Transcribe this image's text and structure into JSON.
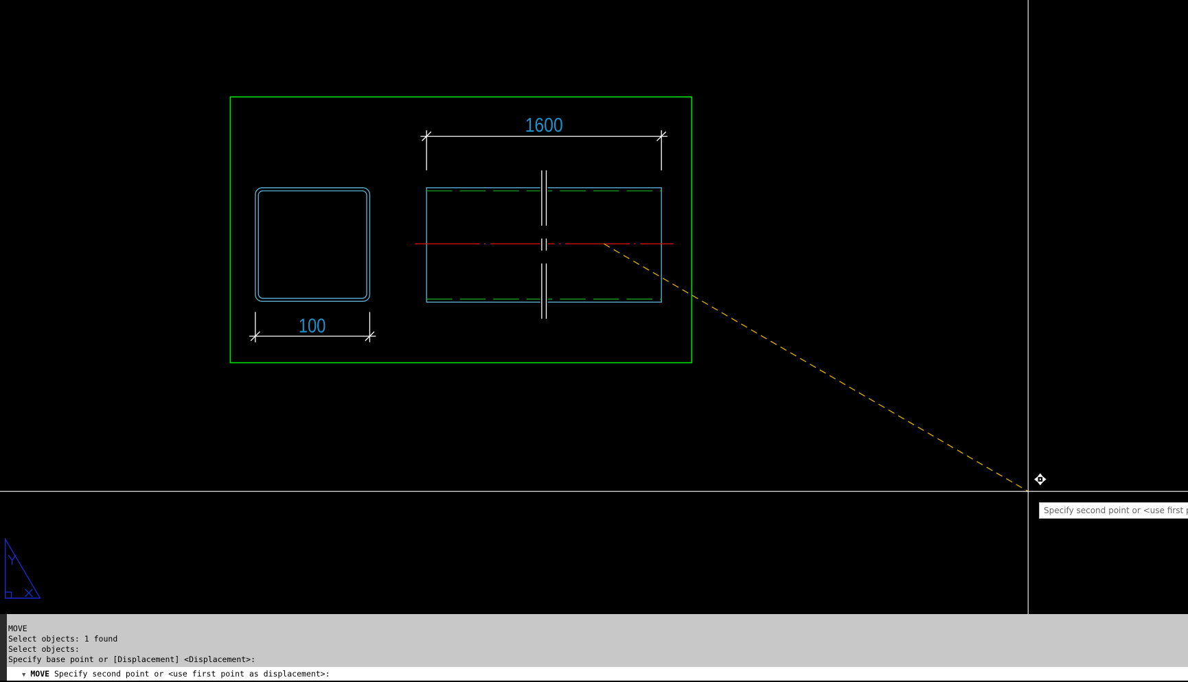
{
  "drawing": {
    "dimension_top": "1600",
    "dimension_bottom": "100",
    "colors": {
      "background": "#000000",
      "frame": "#00dd00",
      "geometry": "#5fb4d4",
      "dimension_text": "#1e90c8",
      "centerline": "#e01010",
      "hidden_line": "#1aa01a",
      "rubberband": "#e0b000",
      "ucs_icon": "#1c2cd8"
    }
  },
  "cursor": {
    "icon": "move-cursor-icon"
  },
  "tooltip": {
    "text": "Specify second point or <use first point as displacement>:"
  },
  "command": {
    "history": [
      "MOVE",
      "Select objects: 1 found",
      "Select objects:",
      "Specify base point or [Displacement] <Displacement>:"
    ],
    "input_command": "MOVE",
    "input_prompt": "Specify second point or <use first point as displacement>:"
  }
}
